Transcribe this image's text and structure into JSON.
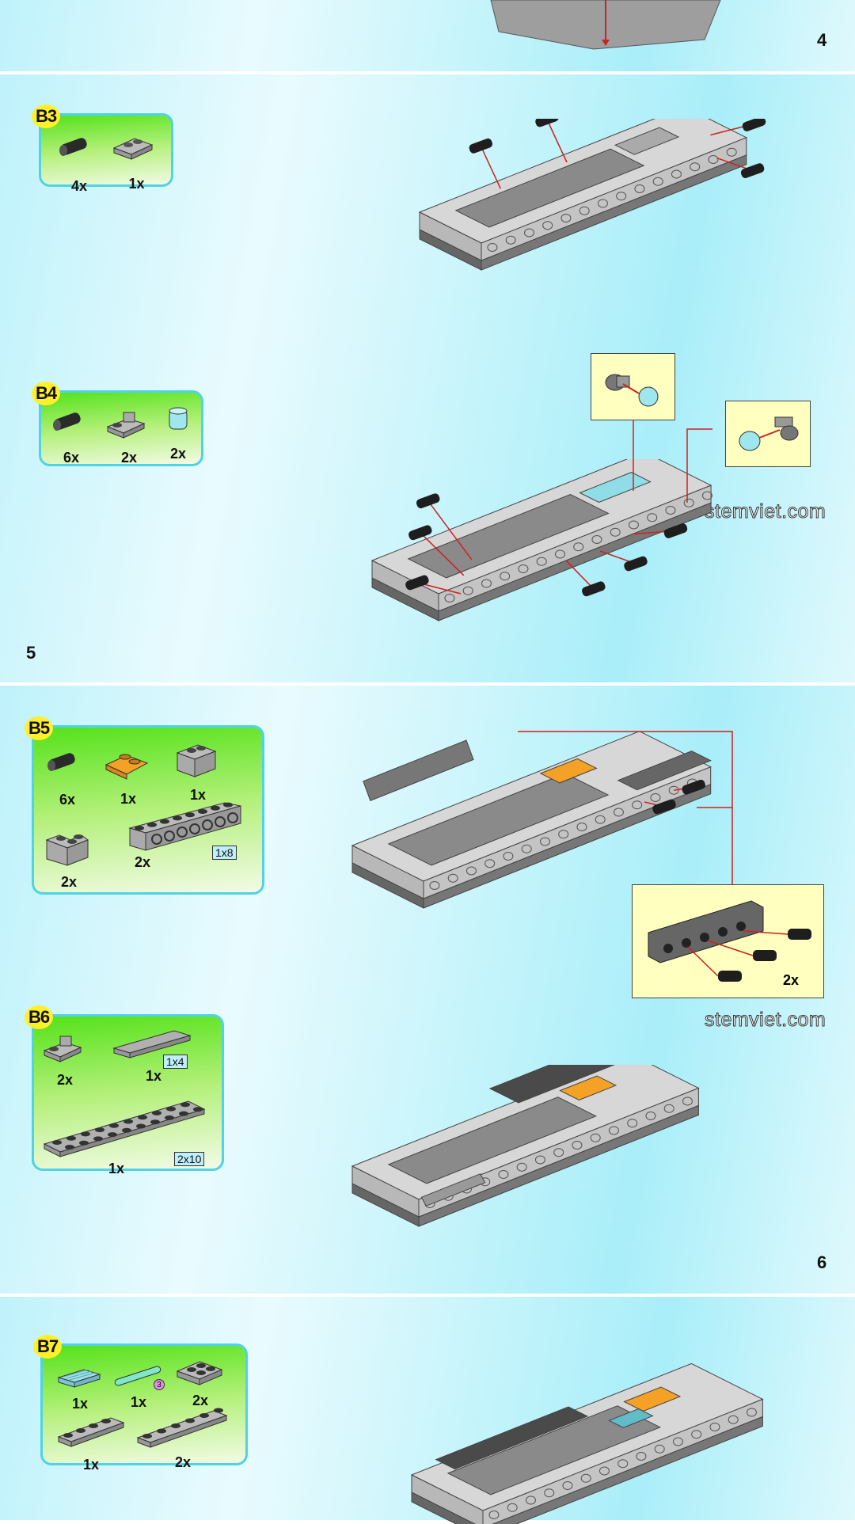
{
  "steps": [
    {
      "number": "4"
    },
    {
      "number": "5"
    },
    {
      "number": "6"
    }
  ],
  "parts_lists": [
    {
      "id": "B3",
      "parts": [
        {
          "icon": "pin-icon",
          "count": "4x"
        },
        {
          "icon": "plate-1x2-icon",
          "count": "1x"
        }
      ]
    },
    {
      "id": "B4",
      "parts": [
        {
          "icon": "pin-icon",
          "count": "6x"
        },
        {
          "icon": "clip-plate-icon",
          "count": "2x"
        },
        {
          "icon": "round-brick-transparent-icon",
          "count": "2x"
        }
      ]
    },
    {
      "id": "B5",
      "parts": [
        {
          "icon": "pin-icon",
          "count": "6x"
        },
        {
          "icon": "orange-slope-icon",
          "count": "1x"
        },
        {
          "icon": "brick-1x2-icon",
          "count": "1x"
        },
        {
          "icon": "corner-brick-icon",
          "count": "2x"
        },
        {
          "icon": "technic-beam-icon",
          "count": "2x",
          "size": "1x8"
        }
      ]
    },
    {
      "id": "B6",
      "parts": [
        {
          "icon": "clip-plate-icon",
          "count": "2x"
        },
        {
          "icon": "tile-icon",
          "count": "1x",
          "size": "1x4"
        },
        {
          "icon": "plate-2x10-icon",
          "count": "1x",
          "size": "2x10"
        }
      ]
    },
    {
      "id": "B7",
      "parts": [
        {
          "icon": "grille-tile-icon",
          "count": "1x"
        },
        {
          "icon": "rod-icon",
          "count": "1x",
          "size": "3"
        },
        {
          "icon": "plate-2x2-icon",
          "count": "2x"
        },
        {
          "icon": "plate-1x4-icon",
          "count": "1x"
        },
        {
          "icon": "plate-1x6-icon",
          "count": "2x"
        }
      ]
    }
  ],
  "watermarks": [
    "stemviet.com",
    "stemviet.com"
  ],
  "inset_labels": {
    "b5_inset_count": "2x"
  },
  "colors": {
    "arrow": "#d0201c",
    "part_gray": "#a9a9a9",
    "part_dark": "#2a2a2a",
    "orange": "#f4a126",
    "trans": "#8fdde6"
  }
}
